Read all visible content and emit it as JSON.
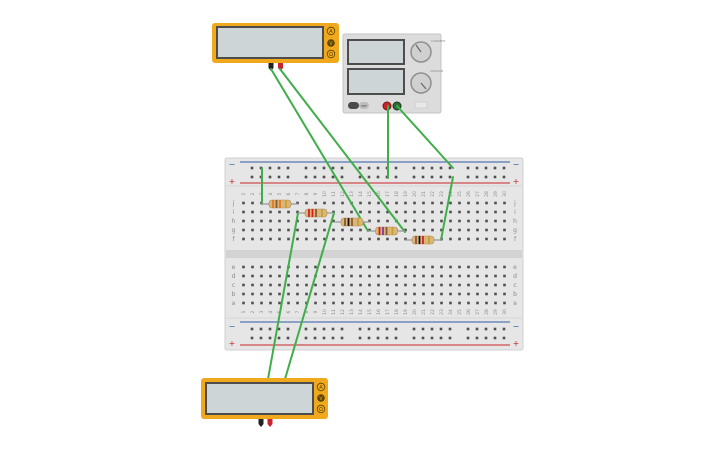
{
  "multimeter_top": {
    "mode_labels": [
      "A",
      "V",
      "Ω"
    ]
  },
  "multimeter_bottom": {
    "mode_labels": [
      "A",
      "V",
      "Ω"
    ]
  },
  "power_supply": {
    "switch_label": "OFF",
    "knob_labels": [
      "CURRENT",
      "VOLTAGE"
    ]
  },
  "breadboard": {
    "columns": [
      "1",
      "2",
      "3",
      "4",
      "5",
      "6",
      "7",
      "8",
      "9",
      "10",
      "11",
      "12",
      "13",
      "14",
      "15",
      "16",
      "17",
      "18",
      "19",
      "20",
      "21",
      "22",
      "23",
      "24",
      "25",
      "26",
      "27",
      "28",
      "29",
      "30"
    ],
    "rows_top": [
      "j",
      "i",
      "h",
      "g",
      "f"
    ],
    "rows_bottom": [
      "e",
      "d",
      "c",
      "b",
      "a"
    ],
    "rail_minus": "−",
    "rail_plus": "+"
  },
  "colors": {
    "multimeter_body": "#f0a81c",
    "display": "#cdd5d6",
    "wire": "#3fae49",
    "rail_blue": "#2d5ba8",
    "rail_red": "#c9242b",
    "resistor_body": "#d9b67e"
  },
  "resistors": [
    {
      "bands": [
        "#e07a1c",
        "#8a5a2b",
        "#e07a1c",
        "#c9a227"
      ]
    },
    {
      "bands": [
        "#d62020",
        "#d62020",
        "#8a5a2b",
        "#c9a227"
      ]
    },
    {
      "bands": [
        "#8a5a2b",
        "#111111",
        "#8a5a2b",
        "#c9a227"
      ]
    },
    {
      "bands": [
        "#d62020",
        "#7a3aa0",
        "#8a5a2b",
        "#c9a227"
      ]
    },
    {
      "bands": [
        "#8a5a2b",
        "#111111",
        "#d62020",
        "#c9a227"
      ]
    }
  ]
}
